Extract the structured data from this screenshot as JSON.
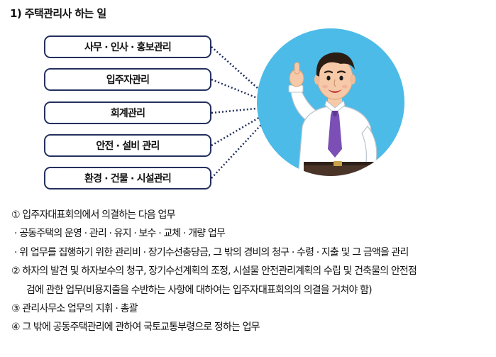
{
  "title": "1) 주택관리사 하는 일",
  "roles": [
    "사무 · 인사 · 홍보관리",
    "입주자관리",
    "회계관리",
    "안전 · 설비 관리",
    "환경 · 건물 · 시설관리"
  ],
  "colors": {
    "pill_border": "#24305e",
    "circle": "#4cbbe8",
    "tie": "#7b4fb5",
    "hair": "#2b1c14"
  },
  "duties": [
    "① 입주자대표회의에서 의결하는 다음 업무",
    "· 공동주택의 운영 · 관리 · 유지 · 보수 · 교체 · 개량 업무",
    "· 위 업무를 집행하기 위한 관리비 · 장기수선충당금, 그 밖의 경비의 청구 · 수령 · 지출 및 그 금액을 관리",
    "② 하자의 발견 및 하자보수의 청구, 장기수선계획의 조정, 시설물 안전관리계획의 수립 및 건축물의 안전점",
    "검에 관한 업무(비용지출을 수반하는 사항에 대하여는 입주자대표회의의 의결을 거쳐야 함)",
    "③ 관리사무소 업무의 지휘 · 총괄",
    "④ 그 밖에 공동주택관리에 관하여 국토교통부령으로 정하는 업무"
  ]
}
